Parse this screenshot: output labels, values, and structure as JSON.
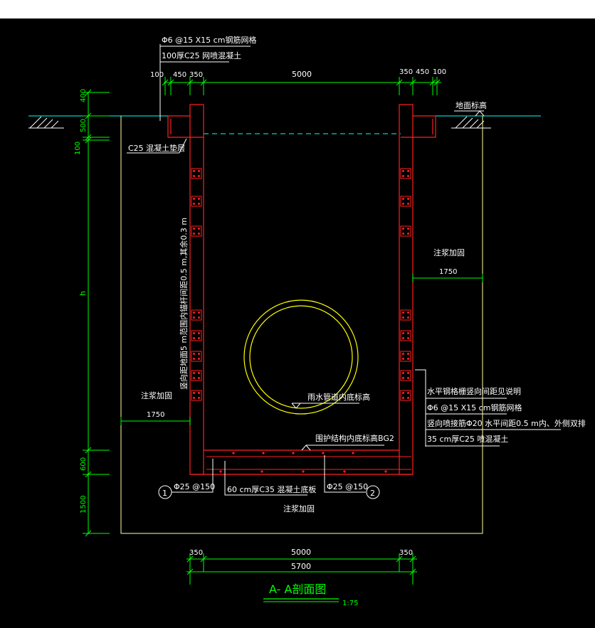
{
  "colors": {
    "background": "#000000",
    "wall": "#ff2020",
    "dimension": "#00ff00",
    "text": "#ffffff",
    "pipe": "#ffff00",
    "ground": "#00ffff",
    "outline": "#ffffaa"
  },
  "labels": {
    "mesh_top": "Φ6 @15 X15 cm钢筋网格",
    "shotcrete_top": "100厚C25 网喷混凝土",
    "ground_level": "地面标高",
    "cushion": "C25 混凝土垫层",
    "grout_right": "注浆加固",
    "grout_left": "注浆加固",
    "grout_bottom": "注浆加固",
    "vertical_note": "竖向距地面5 m范围内锚杆间距0.5 m,其余0.3 m",
    "pipe_bottom": "雨水管道内底标高",
    "struct_bottom": "围护结构内底标高BG2",
    "note_line1": "水平钢格栅竖向间距见说明",
    "note_line2": "Φ6 @15 X15 cm钢筋网格",
    "note_line3": "竖向喷接筋Φ20 水平间距0.5 m内、外侧双排",
    "note_line4": "35 cm厚C25 喷混凝土",
    "rebar1_mark": "1",
    "rebar1": "Φ25 @150",
    "slab": "60 cm厚C35 混凝土底板",
    "rebar2": "Φ25 @150",
    "rebar2_mark": "2",
    "title": "A- A剖面图",
    "scale": "1:75"
  },
  "dims": {
    "top": [
      "100",
      "450",
      "350",
      "5000",
      "350",
      "450",
      "100"
    ],
    "left": [
      "400",
      "500",
      "100",
      "h",
      "600",
      "1500"
    ],
    "grout_right": "1750",
    "grout_left": "1750",
    "bottom_parts": [
      "350",
      "5000",
      "350"
    ],
    "bottom_total": "5700"
  }
}
